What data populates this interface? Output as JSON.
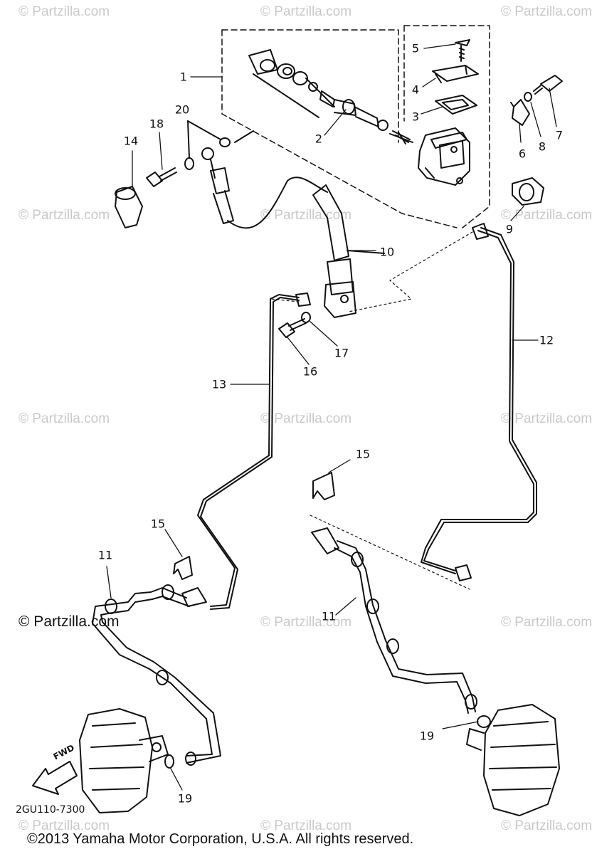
{
  "watermark": "© Partzilla.com",
  "partzilla_mark": "© Partzilla.com",
  "drawing_code": "2GU110-7300",
  "fwd_label": "FWD",
  "copyright": "©2013  Yamaha Motor Corporation, U.S.A. All rights reserved.",
  "callouts": {
    "c1": "1",
    "c2": "2",
    "c3": "3",
    "c4": "4",
    "c5": "5",
    "c6": "6",
    "c7": "7",
    "c8": "8",
    "c9": "9",
    "c10": "10",
    "c11a": "11",
    "c11b": "11",
    "c12": "12",
    "c13": "13",
    "c14": "14",
    "c15a": "15",
    "c15b": "15",
    "c16": "16",
    "c17": "17",
    "c18": "18",
    "c19a": "19",
    "c19b": "19",
    "c20": "20"
  }
}
